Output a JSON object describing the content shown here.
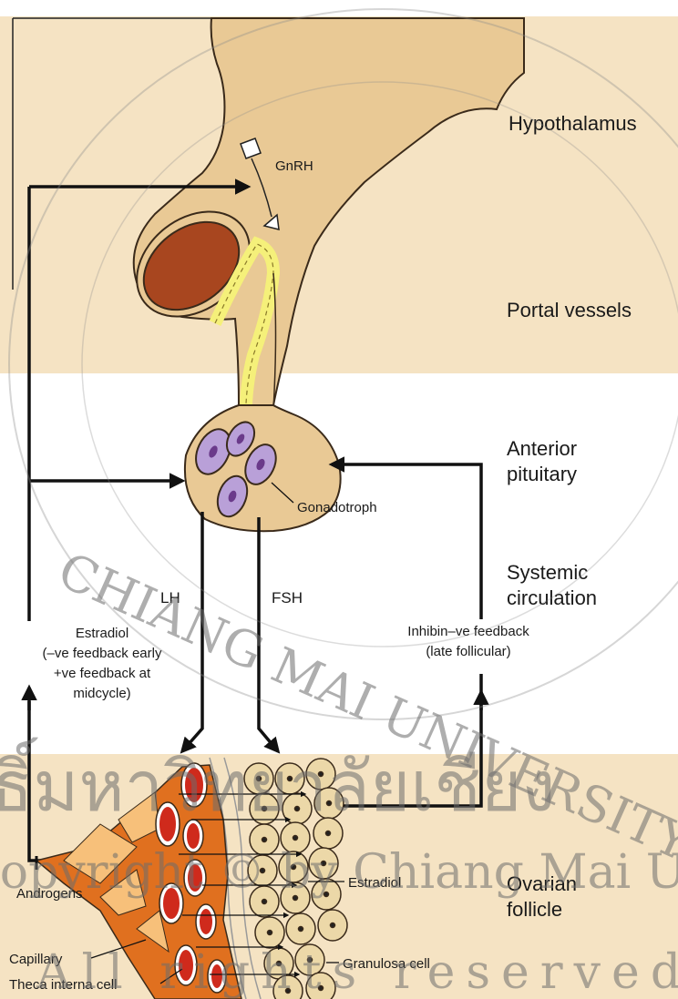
{
  "regions": {
    "hypothalamus": "Hypothalamus",
    "portal_vessels": "Portal vessels",
    "anterior_pituitary": [
      "Anterior",
      "pituitary"
    ],
    "systemic_circulation": [
      "Systemic",
      "circulation"
    ],
    "ovarian_follicle": [
      "Ovarian",
      "follicle"
    ]
  },
  "hormones": {
    "gnrh": "GnRH",
    "lh": "LH",
    "fsh": "FSH"
  },
  "cells": {
    "gonadotroph": "Gonadotroph",
    "estradiol": "Estradiol",
    "granulosa": "Granulosa cell",
    "capillary": "Capillary",
    "theca": "Theca interna cell",
    "androgens": "Androgens"
  },
  "feedback": {
    "estradiol": [
      "Estradiol",
      "(–ve feedback early",
      "+ve feedback at",
      "midcycle)"
    ],
    "inhibin": [
      "Inhibin–ve feedback",
      "(late follicular)"
    ]
  },
  "watermark": {
    "thai": "ธิ์มหาวิทยาลัยเชียง",
    "line1": "Copyright © by Chiang Mai University",
    "line2": "All rights reserved",
    "seal": "CHIANG MAI UNIVERSITY"
  },
  "colors": {
    "band": "#f5e3c3",
    "tissue": "#e9c995",
    "tissue_edge": "#3a2a1a",
    "gland": "#a8461f",
    "portal": "#f5f07a",
    "cell_purple": "#b9a0d8",
    "follicle_cell": "#ecd8a8",
    "theca": "#e0701f",
    "theca_core": "#cf2a1c"
  }
}
